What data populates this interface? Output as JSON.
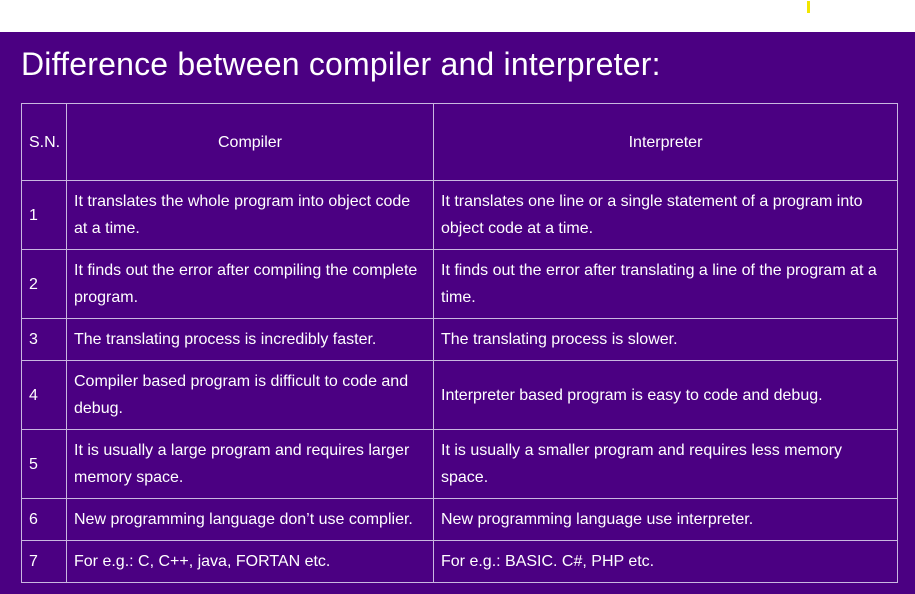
{
  "page": {
    "heading": "Difference between compiler and interpreter:"
  },
  "table": {
    "headers": {
      "sn": "S.N.",
      "compiler": "Compiler",
      "interpreter": "Interpreter"
    },
    "rows": [
      {
        "sn": "1",
        "compiler": "It translates the whole program into object code at a time.",
        "interpreter": "It translates one line or a single statement of a program into object code at a time."
      },
      {
        "sn": "2",
        "compiler": "It finds out the error after compiling the complete program.",
        "interpreter": "It finds out the error after translating a line of the program at a time."
      },
      {
        "sn": "3",
        "compiler": "The translating process is incredibly faster.",
        "interpreter": "The translating process is slower."
      },
      {
        "sn": "4",
        "compiler": "Compiler based program is difficult to code and debug.",
        "interpreter": "Interpreter based program is easy to code and debug."
      },
      {
        "sn": "5",
        "compiler": "It is usually a large program and requires larger memory space.",
        "interpreter": "It is usually a smaller program and requires less memory space."
      },
      {
        "sn": "6",
        "compiler": "New programming language don’t use complier.",
        "interpreter": "New programming language use interpreter."
      },
      {
        "sn": "7",
        "compiler": "For e.g.: C, C++, java, FORTAN etc.",
        "interpreter": "For e.g.: BASIC. C#, PHP etc."
      }
    ]
  },
  "colors": {
    "background": "#4b0082",
    "text": "#ffffff",
    "border": "#c9b7e0",
    "accent_mark": "#f2e600"
  }
}
